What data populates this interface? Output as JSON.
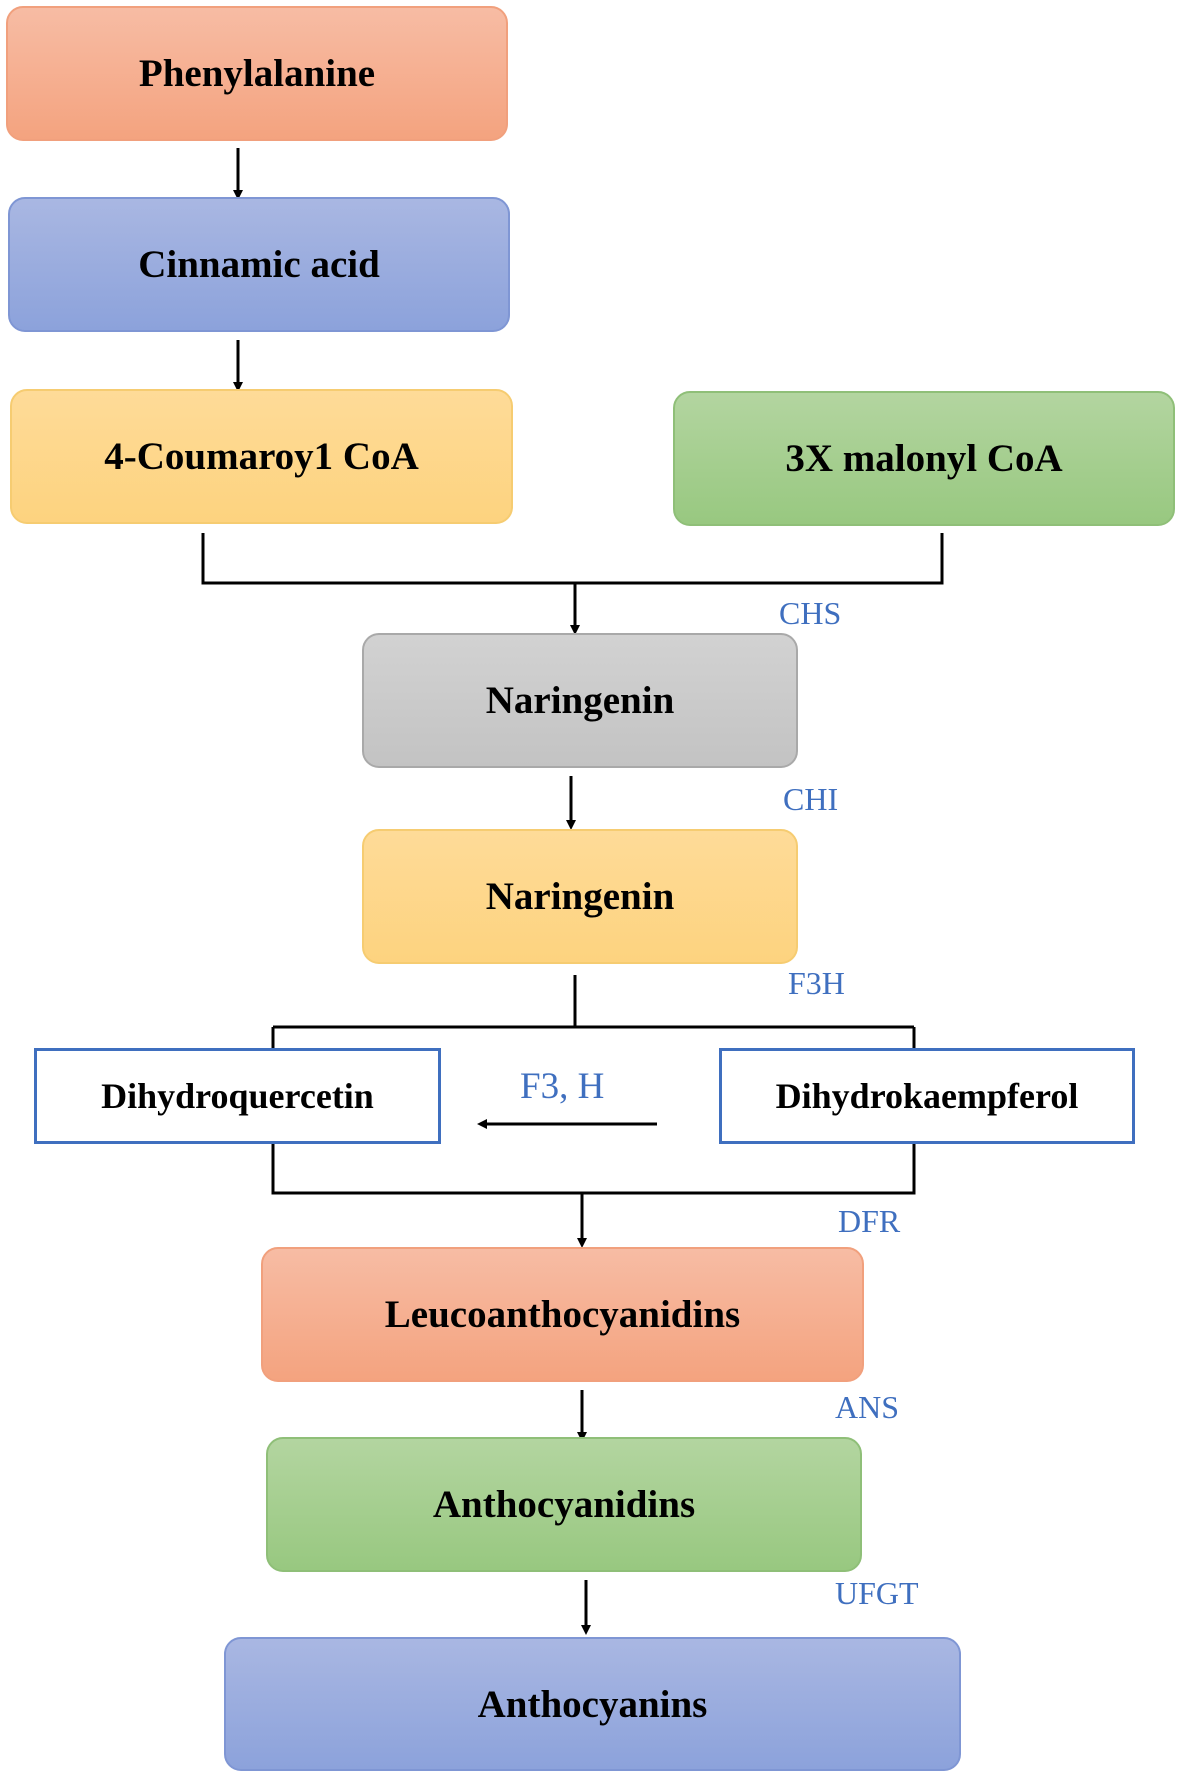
{
  "nodes": {
    "phenylalanine": "Phenylalanine",
    "cinnamic_acid": "Cinnamic acid",
    "coumaroyl_coa": "4-Coumaroy1 CoA",
    "malonyl_coa": "3X malonyl CoA",
    "naringenin_gray": "Naringenin",
    "naringenin_yellow": "Naringenin",
    "dihydroquercetin": "Dihydroquercetin",
    "dihydrokaempferol": "Dihydrokaempferol",
    "leucoanthocyanidins": "Leucoanthocyanidins",
    "anthocyanidins": "Anthocyanidins",
    "anthocyanins": "Anthocyanins"
  },
  "enzymes": {
    "chs": "CHS",
    "chi": "CHI",
    "f3h": "F3H",
    "f3_h": "F3, H",
    "dfr": "DFR",
    "ans": "ANS",
    "ufgt": "UFGT"
  },
  "colors": {
    "enzyme_text": "#3f6fbf",
    "connector": "#000000",
    "salmon": "#f4a37f",
    "blue": "#8ca2db",
    "yellow": "#fdd37f",
    "green": "#98c880",
    "gray": "#c3c3c3"
  }
}
